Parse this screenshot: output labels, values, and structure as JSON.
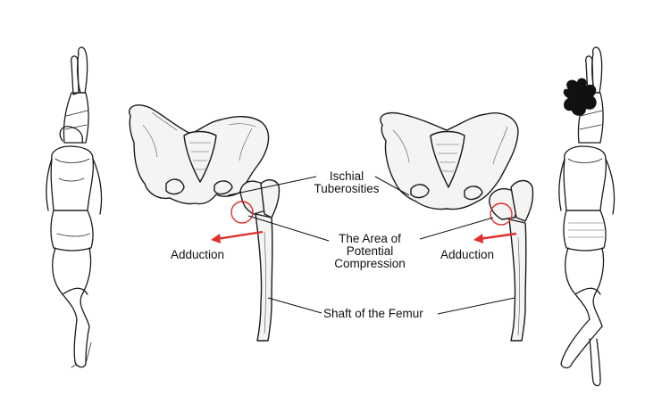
{
  "labels": {
    "ischial": "Ischial\nTuberosities",
    "ischial_line1": "Ischial",
    "ischial_line2": "Tuberosities",
    "compression_line1": "The Area of",
    "compression_line2": "Potential",
    "compression_line3": "Compression",
    "adduction_left": "Adduction",
    "adduction_right": "Adduction",
    "shaft": "Shaft of the Femur"
  },
  "colors": {
    "arrow": "#e0302c",
    "highlight_circle": "#e0302c",
    "ink": "#1a1a1a",
    "background": "#ffffff"
  }
}
